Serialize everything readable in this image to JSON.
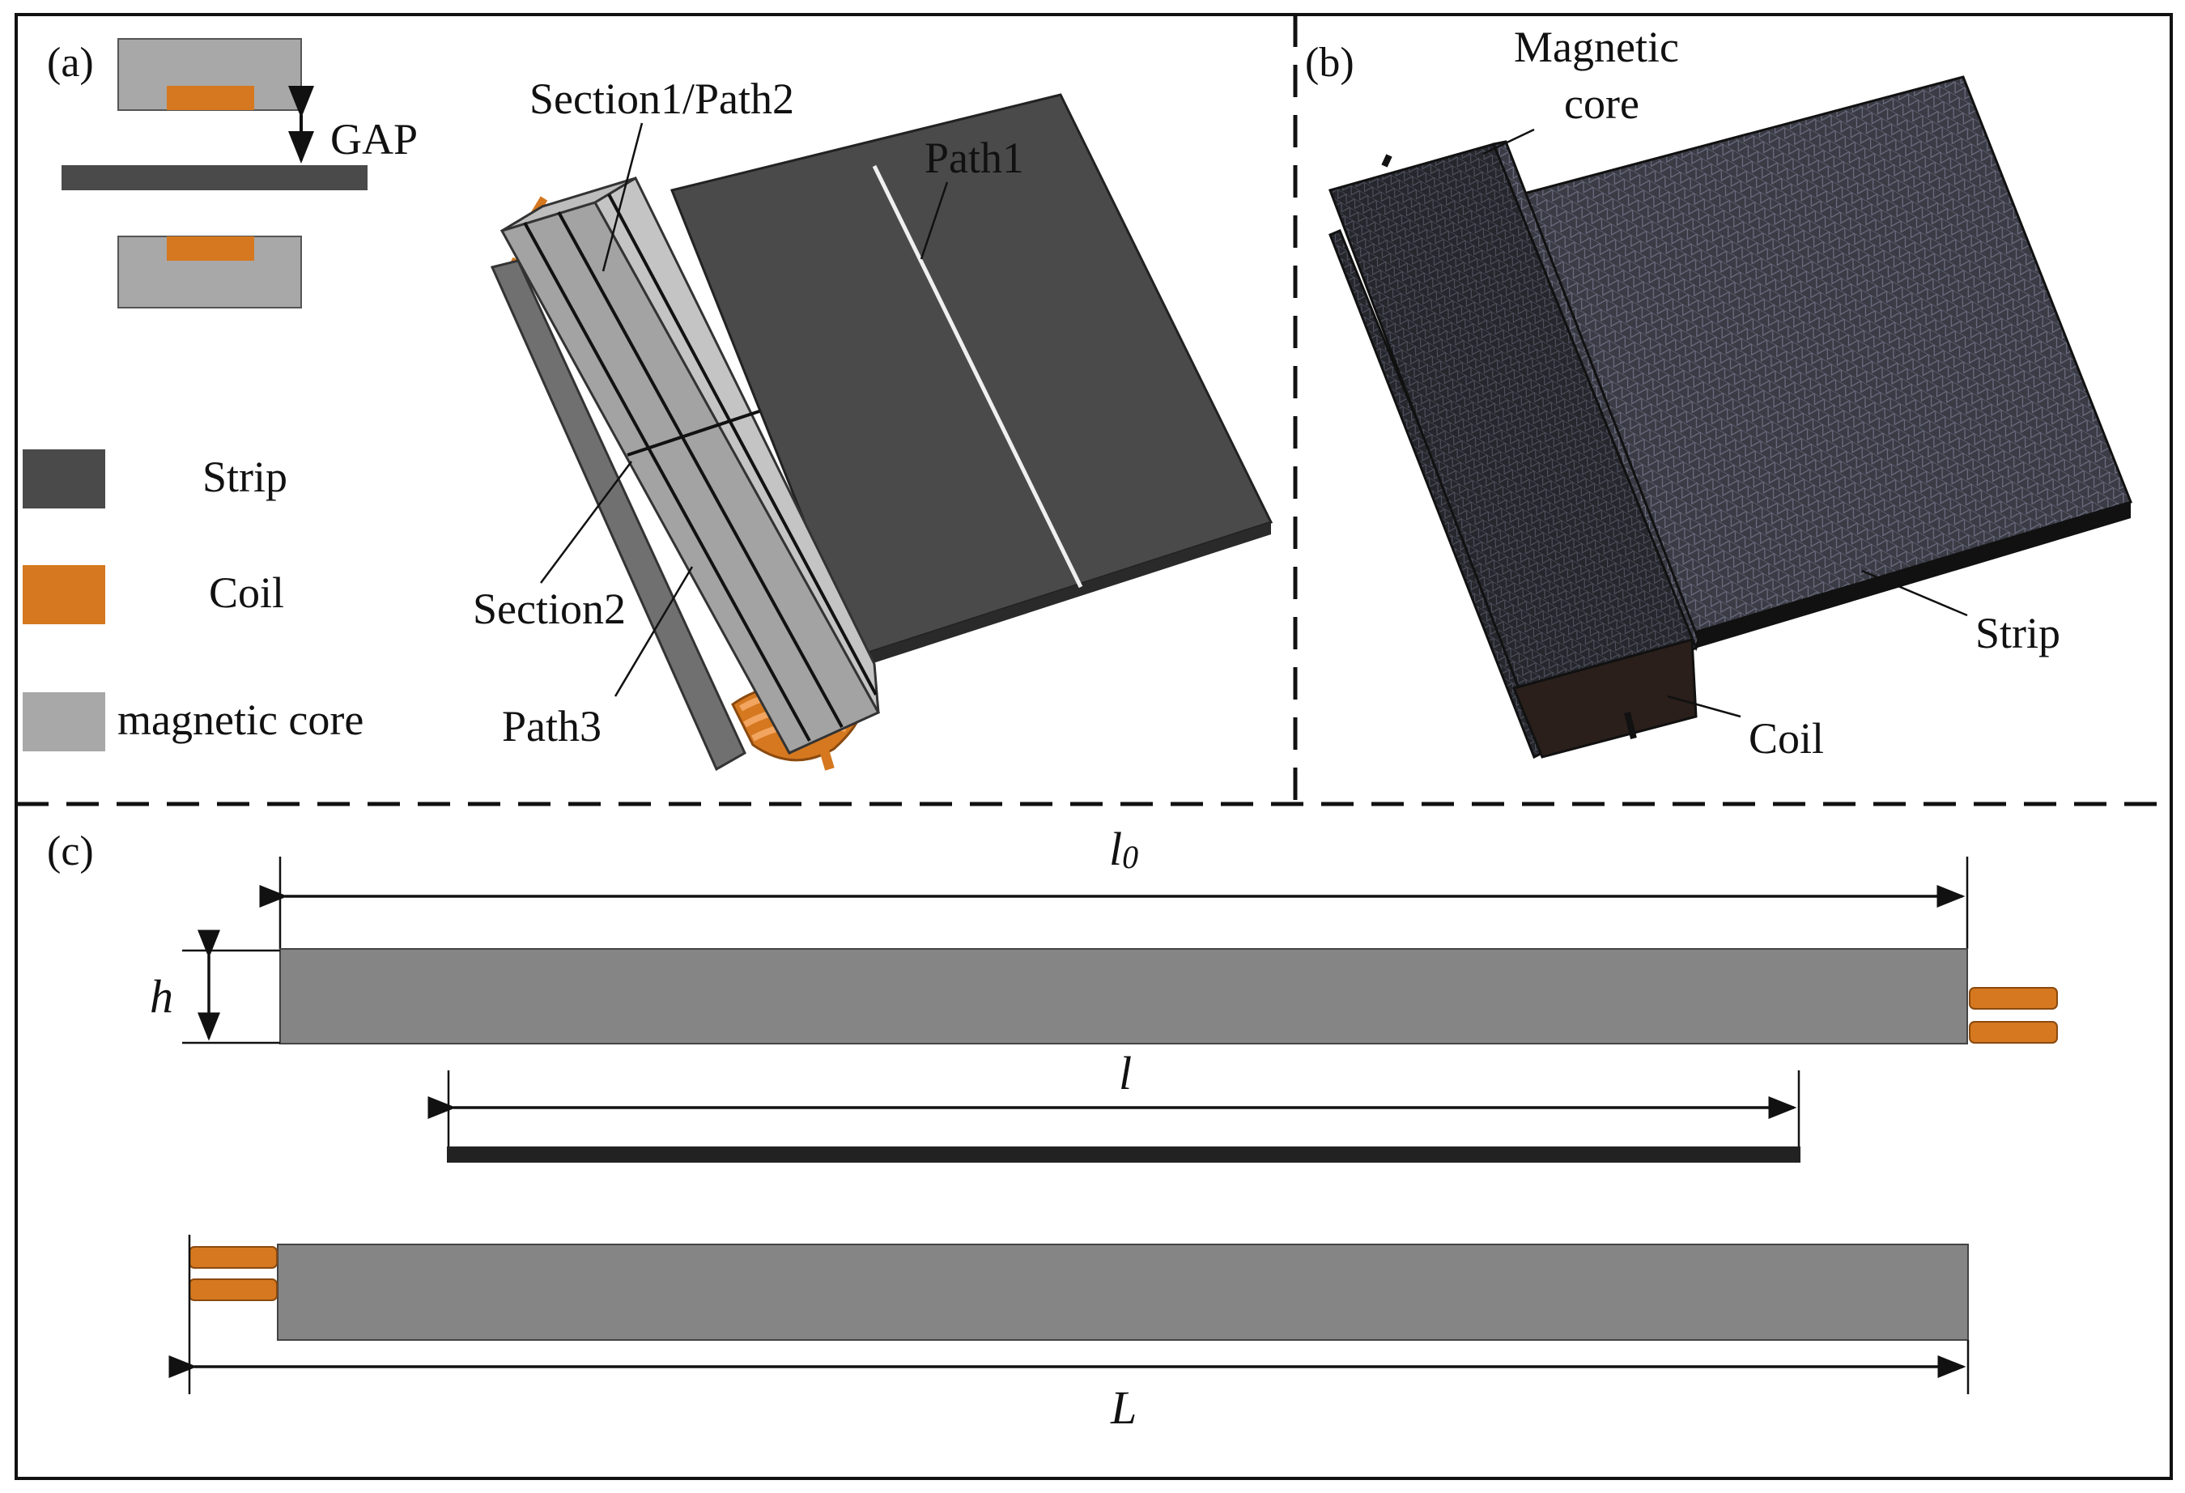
{
  "panels": {
    "a": {
      "label": "(a)",
      "gap_label": "GAP",
      "callouts": {
        "section1_path2": "Section1/Path2",
        "path1": "Path1",
        "section2": "Section2",
        "path3": "Path3"
      },
      "legend": [
        {
          "label": "Strip",
          "color": "#4a4a4a",
          "key": "strip"
        },
        {
          "label": "Coil",
          "color": "#d5781f",
          "key": "coil"
        },
        {
          "label": "magnetic core",
          "color": "#a8a8a8",
          "key": "core"
        }
      ]
    },
    "b": {
      "label": "(b)",
      "callouts": {
        "magnetic_core_line1": "Magnetic",
        "magnetic_core_line2": "core",
        "strip": "Strip",
        "coil": "Coil"
      }
    },
    "c": {
      "label": "(c)",
      "dimensions": {
        "l0_base": "l",
        "l0_sub": "0",
        "h": "h",
        "l": "l",
        "L": "L"
      }
    }
  },
  "colors": {
    "strip": "#4a4a4a",
    "coil": "#d5781f",
    "core": "#a8a8a8",
    "core_side": "#858585",
    "mesh": "#2f3038",
    "border": "#111111"
  }
}
